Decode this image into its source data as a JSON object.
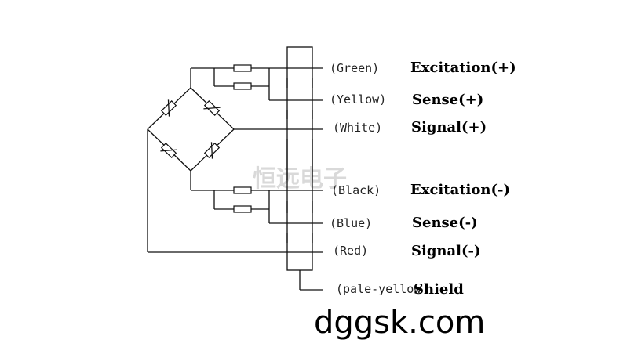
{
  "leads": [
    {
      "color": "(Green)",
      "function": "Excitation(+)"
    },
    {
      "color": "(Yellow)",
      "function": "Sense(+)"
    },
    {
      "color": "(White)",
      "function": "Signal(+)"
    },
    {
      "color": "(Black)",
      "function": "Excitation(-)"
    },
    {
      "color": "(Blue)",
      "function": "Sense(-)"
    },
    {
      "color": "(Red)",
      "function": "Signal(-)"
    },
    {
      "color": "(pale-yellow",
      "function": "Shield"
    }
  ],
  "watermark": "恒远电子",
  "website": "dggsk.com"
}
